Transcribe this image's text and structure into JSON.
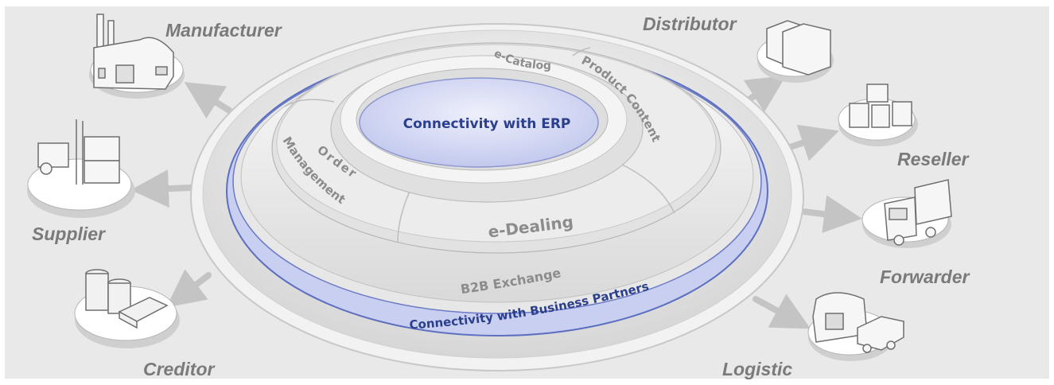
{
  "core": {
    "label": "Connectivity with ERP"
  },
  "segments": {
    "catalog": "e-Catalog",
    "product_content": "Product Content",
    "order": "Order",
    "management": "Management",
    "dealing": "e-Dealing"
  },
  "rings": {
    "b2b": "B2B Exchange",
    "partners": "Connectivity with Business Partners"
  },
  "partners": {
    "manufacturer": "Manufacturer",
    "supplier": "Supplier",
    "creditor": "Creditor",
    "distributor": "Distributor",
    "reseller": "Reseller",
    "forwarder": "Forwarder",
    "logistic": "Logistic"
  },
  "colors": {
    "background": "#e9e9e9",
    "accent_blue": "#2c3f8c",
    "ring_blue": "#c9cff0",
    "label_gray": "#7a7a7a"
  }
}
